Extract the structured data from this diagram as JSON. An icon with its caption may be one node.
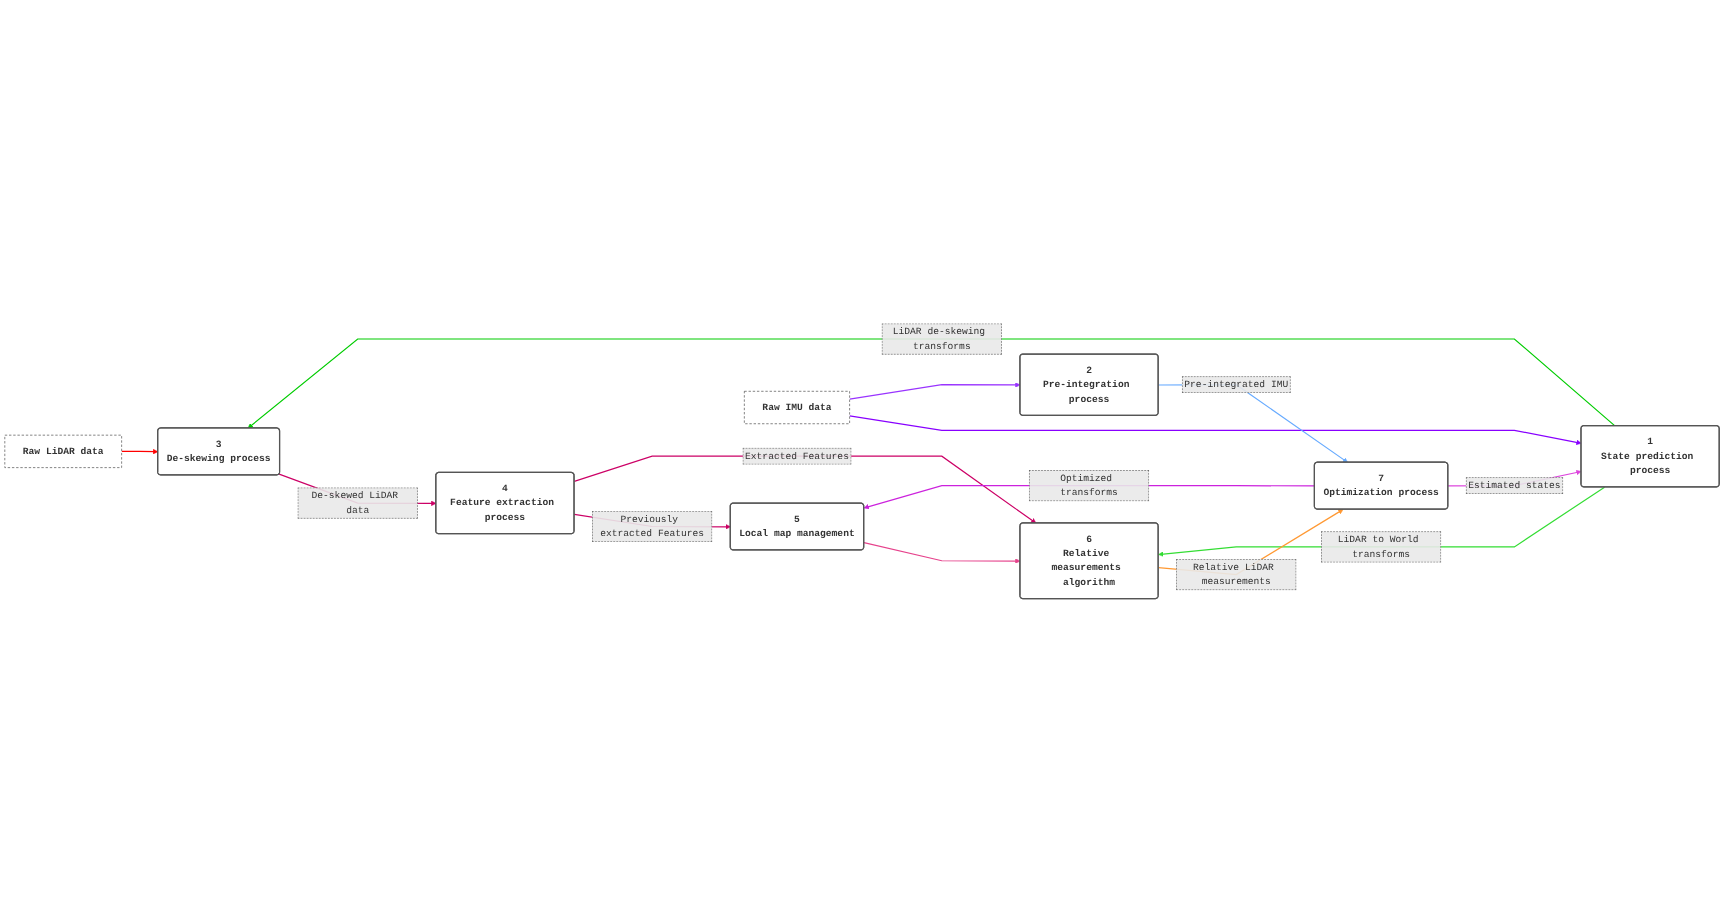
{
  "diagram": {
    "nodes": [
      {
        "text": [
          "Raw LiDAR data"
        ]
      },
      {
        "text": [
          "3",
          "De-skewing process"
        ]
      },
      {
        "text": [
          "4",
          "Feature extraction process"
        ]
      },
      {
        "text": [
          "6",
          "Relative measurements algorithm"
        ]
      },
      {
        "text": [
          "5",
          "Local map management"
        ]
      },
      {
        "text": [
          "1",
          "State prediction process"
        ]
      },
      {
        "text": [
          "7",
          "Optimization process"
        ]
      },
      {
        "text": [
          "Raw IMU data"
        ]
      },
      {
        "text": [
          "2",
          "Pre-integration process"
        ]
      }
    ],
    "edges": [
      {
        "from": 0,
        "to": 1,
        "arrow": "to",
        "color": "#ff0000"
      },
      {
        "from": 1,
        "to": 2,
        "arrow": "to",
        "label": "De-skewed LiDAR data",
        "color": "#cc0066"
      },
      {
        "from": 2,
        "to": 4,
        "arrow": "to",
        "label": "Previously extracted Features",
        "color": "#cc0066"
      },
      {
        "from": 2,
        "to": 3,
        "arrow": "to",
        "label": "Extracted Features",
        "color": "#cc0066"
      },
      {
        "from": 4,
        "to": 3,
        "arrow": "to",
        "color": "#e6428c"
      },
      {
        "from": 5,
        "to": 1,
        "arrow": "to",
        "label": "LiDAR de-skewing transforms",
        "color": "#00cc00"
      },
      {
        "from": 5,
        "to": 3,
        "arrow": "to",
        "label": "LiDAR to World transforms",
        "color": "#33dd33"
      },
      {
        "from": 3,
        "to": 6,
        "arrow": "to",
        "label": "Relative LiDAR measurements",
        "color": "#ff9933"
      },
      {
        "from": 6,
        "to": 5,
        "arrow": "to",
        "label": "Estimated states",
        "color": "#dd44dd"
      },
      {
        "from": 6,
        "to": 4,
        "arrow": "to",
        "label": "Optimized transforms",
        "color": "#cc22dd"
      },
      {
        "from": 7,
        "to": 5,
        "arrow": "to",
        "color": "#8800ff"
      },
      {
        "from": 7,
        "to": 8,
        "arrow": "to",
        "color": "#9933ff"
      },
      {
        "from": 8,
        "to": 6,
        "arrow": "to",
        "label": "Pre-integrated IMU",
        "color": "#66aaff"
      }
    ]
  }
}
